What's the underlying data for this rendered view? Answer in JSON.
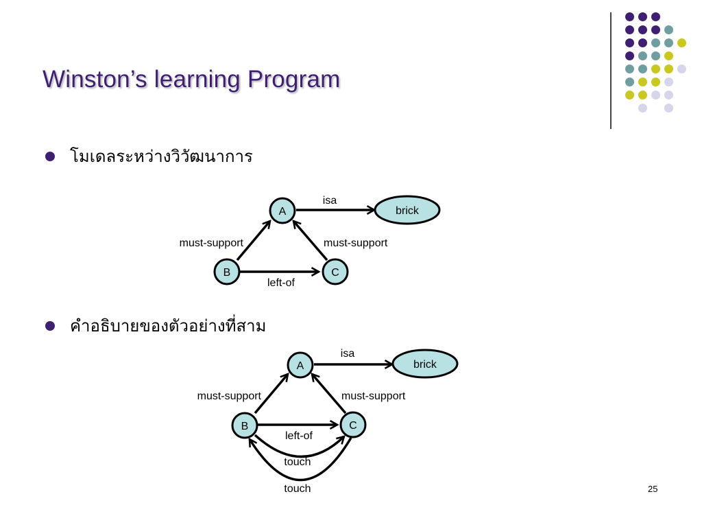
{
  "slide": {
    "title": "Winston’s learning Program",
    "page_number": "25",
    "colors": {
      "purple": "#3f1f74",
      "teal": "#6f9ea0",
      "yellow": "#c8c81e",
      "lavender": "#d6d6ea",
      "node_fill": "#b7e1e2"
    }
  },
  "bullets": [
    {
      "text": "โมเดลระหว่างวิวัฒนาการ"
    },
    {
      "text": "คำอธิบายของตัวอย่างที่สาม"
    }
  ],
  "diagram1": {
    "nodes": {
      "a": "A",
      "b": "B",
      "c": "C",
      "brick": "brick"
    },
    "edges": {
      "isa": "isa",
      "ba": "must-support",
      "ca": "must-support",
      "bc": "left-of"
    }
  },
  "diagram2": {
    "nodes": {
      "a": "A",
      "b": "B",
      "c": "C",
      "brick": "brick"
    },
    "edges": {
      "isa": "isa",
      "ba": "must-support",
      "ca": "must-support",
      "bc": "left-of",
      "touch_bc": "touch",
      "touch_cb": "touch"
    }
  }
}
